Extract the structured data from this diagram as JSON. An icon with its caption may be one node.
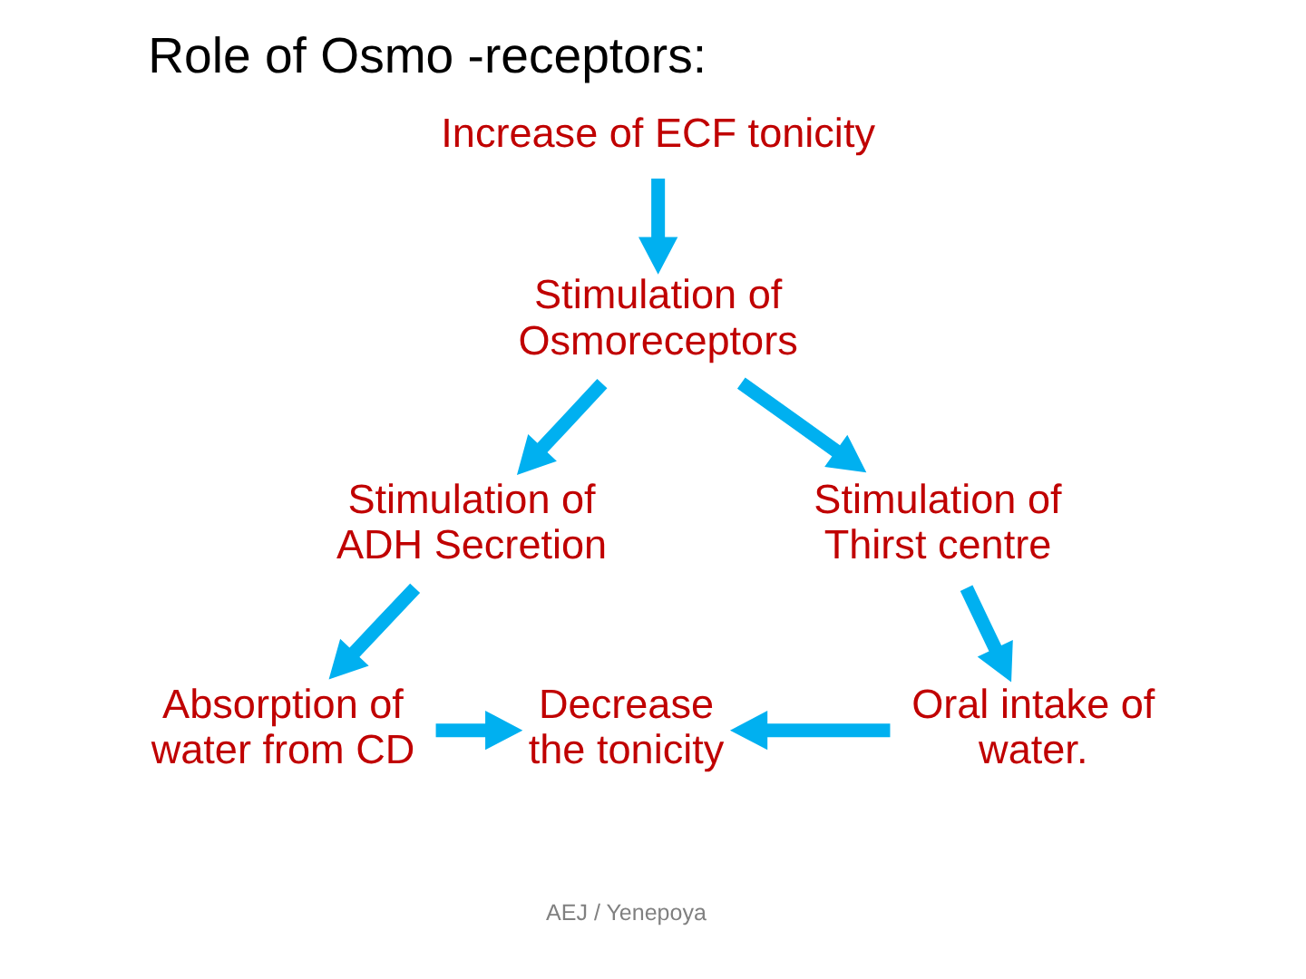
{
  "diagram": {
    "title": "Role of Osmo -receptors:",
    "nodes": [
      {
        "text": [
          "Increase of ECF tonicity"
        ]
      },
      {
        "text": [
          "Stimulation of Osmoreceptors"
        ]
      },
      {
        "text": [
          "Stimulation of ADH Secretion"
        ]
      },
      {
        "text": [
          "Stimulation of Thirst centre"
        ]
      },
      {
        "text": [
          "Absorption of water from CD"
        ]
      },
      {
        "text": [
          "Decrease the tonicity"
        ]
      },
      {
        "text": [
          "Oral intake of water."
        ]
      }
    ],
    "edges": [
      {
        "from": 0,
        "to": 1,
        "arrow": "to"
      },
      {
        "from": 1,
        "to": 2,
        "arrow": "to"
      },
      {
        "from": 1,
        "to": 3,
        "arrow": "to"
      },
      {
        "from": 2,
        "to": 4,
        "arrow": "to"
      },
      {
        "from": 4,
        "to": 5,
        "arrow": "to"
      },
      {
        "from": 3,
        "to": 6,
        "arrow": "to"
      },
      {
        "from": 6,
        "to": 5,
        "arrow": "to"
      }
    ],
    "labels": [
      "AEJ / Yenepoya"
    ]
  }
}
